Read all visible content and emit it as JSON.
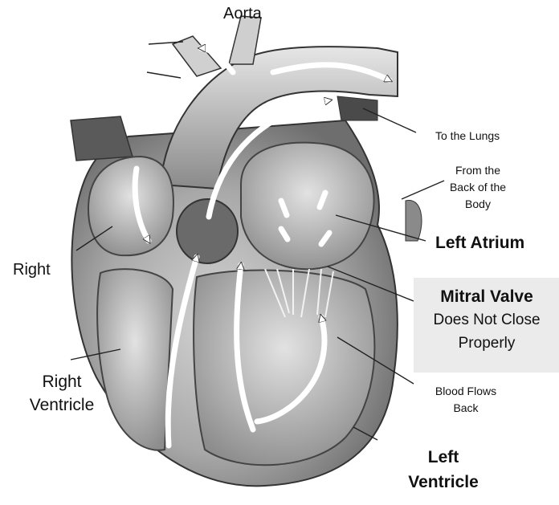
{
  "labels": {
    "aorta": "Aorta",
    "to_the_lungs": "To the Lungs",
    "from_back_of_body": [
      "From the",
      "Back of the",
      "Body"
    ],
    "left_atrium": "Left Atrium",
    "right": "Right",
    "mitral_valve": {
      "title": "Mitral Valve",
      "line1": "Does Not Close",
      "line2": "Properly"
    },
    "right_ventricle": [
      "Right",
      "Ventricle"
    ],
    "blood_flows_back": [
      "Blood Flows",
      "Back"
    ],
    "left_ventricle": [
      "Left",
      "Ventricle"
    ]
  },
  "colors": {
    "heart_dark": "#5a5a5a",
    "heart_mid": "#9a9a9a",
    "heart_light": "#c9c9c9",
    "flow_arrow": "#ffffff",
    "callout_bg": "#ebebeb"
  }
}
